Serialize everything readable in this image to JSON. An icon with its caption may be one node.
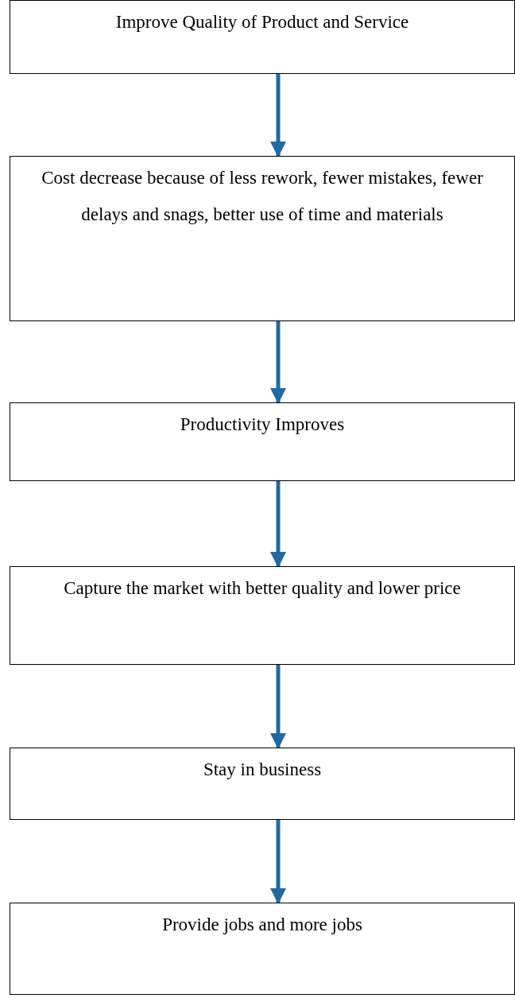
{
  "diagram": {
    "nodes": [
      {
        "text": [
          "Improve Quality of Product and Service"
        ]
      },
      {
        "text": [
          "Cost decrease because of less rework, fewer mistakes, fewer delays and snags, better use of time and materials"
        ]
      },
      {
        "text": [
          "Productivity Improves"
        ]
      },
      {
        "text": [
          "Capture the market with better quality and lower price"
        ]
      },
      {
        "text": [
          "Stay in business"
        ]
      },
      {
        "text": [
          "Provide jobs and more jobs"
        ]
      }
    ],
    "edges": [
      {
        "from": 0,
        "to": 1,
        "arrow": "to"
      },
      {
        "from": 1,
        "to": 2,
        "arrow": "to"
      },
      {
        "from": 2,
        "to": 3,
        "arrow": "to"
      },
      {
        "from": 3,
        "to": 4,
        "arrow": "to"
      },
      {
        "from": 4,
        "to": 5,
        "arrow": "to"
      }
    ]
  }
}
